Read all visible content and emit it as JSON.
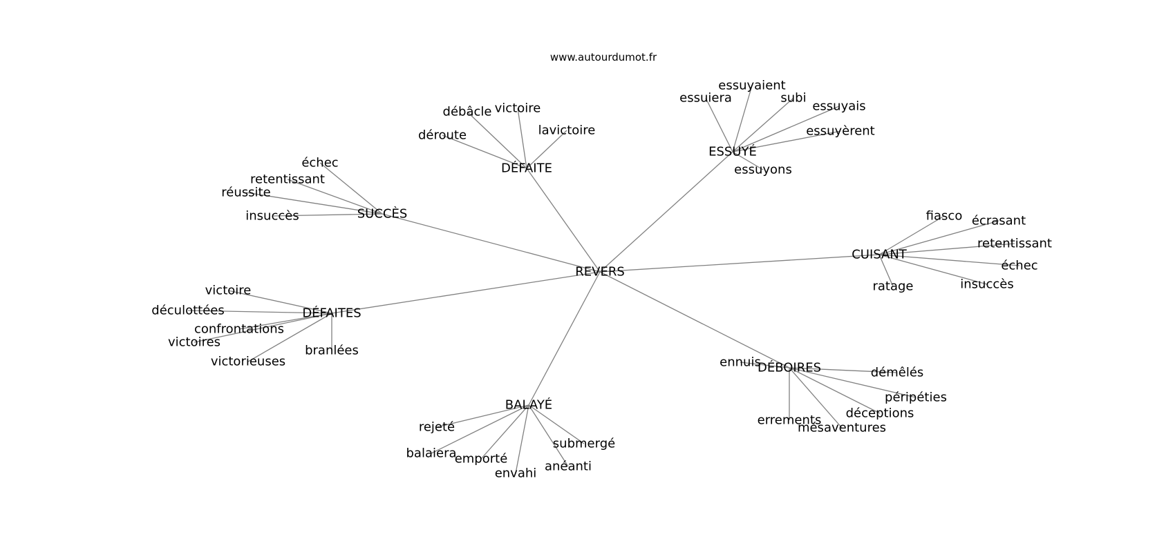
{
  "watermark": "www.autourdumot.fr",
  "graph": {
    "center": "REVERS",
    "groups": [
      {
        "name": "DÉFAITE",
        "words": [
          "débâcle",
          "victoire",
          "lavictoire",
          "déroute"
        ]
      },
      {
        "name": "ESSUYÉ",
        "words": [
          "essuyaient",
          "essuiera",
          "subi",
          "essuyais",
          "essuyèrent",
          "essuyons"
        ]
      },
      {
        "name": "SUCCÈS",
        "words": [
          "échec",
          "retentissant",
          "réussite",
          "insuccès"
        ]
      },
      {
        "name": "CUISANT",
        "words": [
          "fiasco",
          "écrasant",
          "retentissant",
          "échec",
          "insuccès",
          "ratage"
        ]
      },
      {
        "name": "DÉFAITES",
        "words": [
          "victoire",
          "déculottées",
          "confrontations",
          "victoires",
          "branlées",
          "victorieuses"
        ]
      },
      {
        "name": "DÉBOIRES",
        "words": [
          "ennuis",
          "démêlés",
          "péripéties",
          "déceptions",
          "errements",
          "mésaventures"
        ]
      },
      {
        "name": "BALAYÉ",
        "words": [
          "rejeté",
          "balaiera",
          "emporté",
          "envahi",
          "anéanti",
          "submergé"
        ]
      }
    ]
  }
}
